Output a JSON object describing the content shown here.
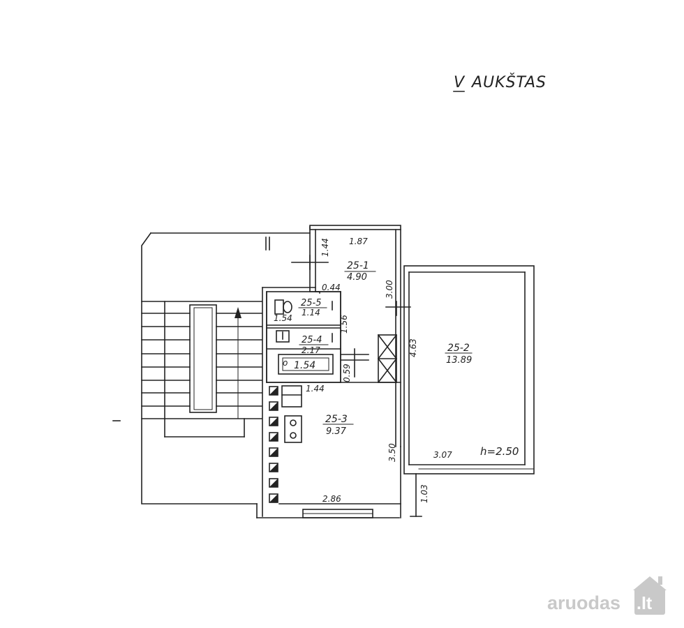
{
  "title": {
    "numeral": "V",
    "text": "AUKŠTAS"
  },
  "rooms": [
    {
      "id": "25-1",
      "area": "4.90"
    },
    {
      "id": "25-5",
      "area": "1.14"
    },
    {
      "id": "25-4",
      "area": "2.17"
    },
    {
      "id": "25-3",
      "area": "9.37"
    },
    {
      "id": "25-2",
      "area": "13.89"
    }
  ],
  "dimensions": {
    "d_1_87": "1.87",
    "d_1_44_top": "1.44",
    "d_0_44": "0.44",
    "d_3_00": "3.00",
    "d_1_54_a": "1.54",
    "d_1_56": "1.56",
    "d_1_54_b": "1.54",
    "d_0_59": "0.59",
    "d_1_44_mid": "1.44",
    "d_4_63": "4.63",
    "d_3_50": "3.50",
    "d_2_86": "2.86",
    "d_3_07": "3.07",
    "d_1_03": "1.03"
  },
  "ceiling_height": "h=2.50",
  "fixture_mark": "o",
  "watermark": {
    "text_main": "aruodas",
    "text_tld": ".lt",
    "color": "#c9c9c9"
  },
  "line_color": "#222222"
}
